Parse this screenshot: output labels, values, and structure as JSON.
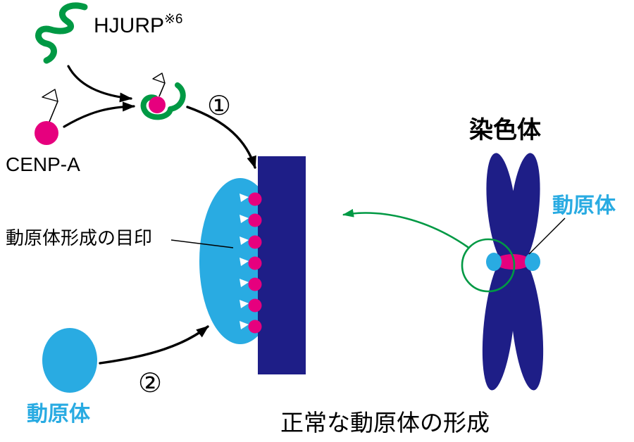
{
  "colors": {
    "navy": "#1e1e87",
    "cyan": "#29abe2",
    "magenta": "#e6007e",
    "green": "#009944",
    "black": "#000000",
    "white": "#ffffff"
  },
  "labels": {
    "hjurp": "HJURP",
    "hjurp_note": "※6",
    "cenpa": "CENP-A",
    "step1": "①",
    "step2": "②",
    "marker_label": "動原体形成の目印",
    "kinetochore_bottom": "動原体",
    "kinetochore_right": "動原体",
    "chromosome": "染色体",
    "caption": "正常な動原体の形成"
  }
}
